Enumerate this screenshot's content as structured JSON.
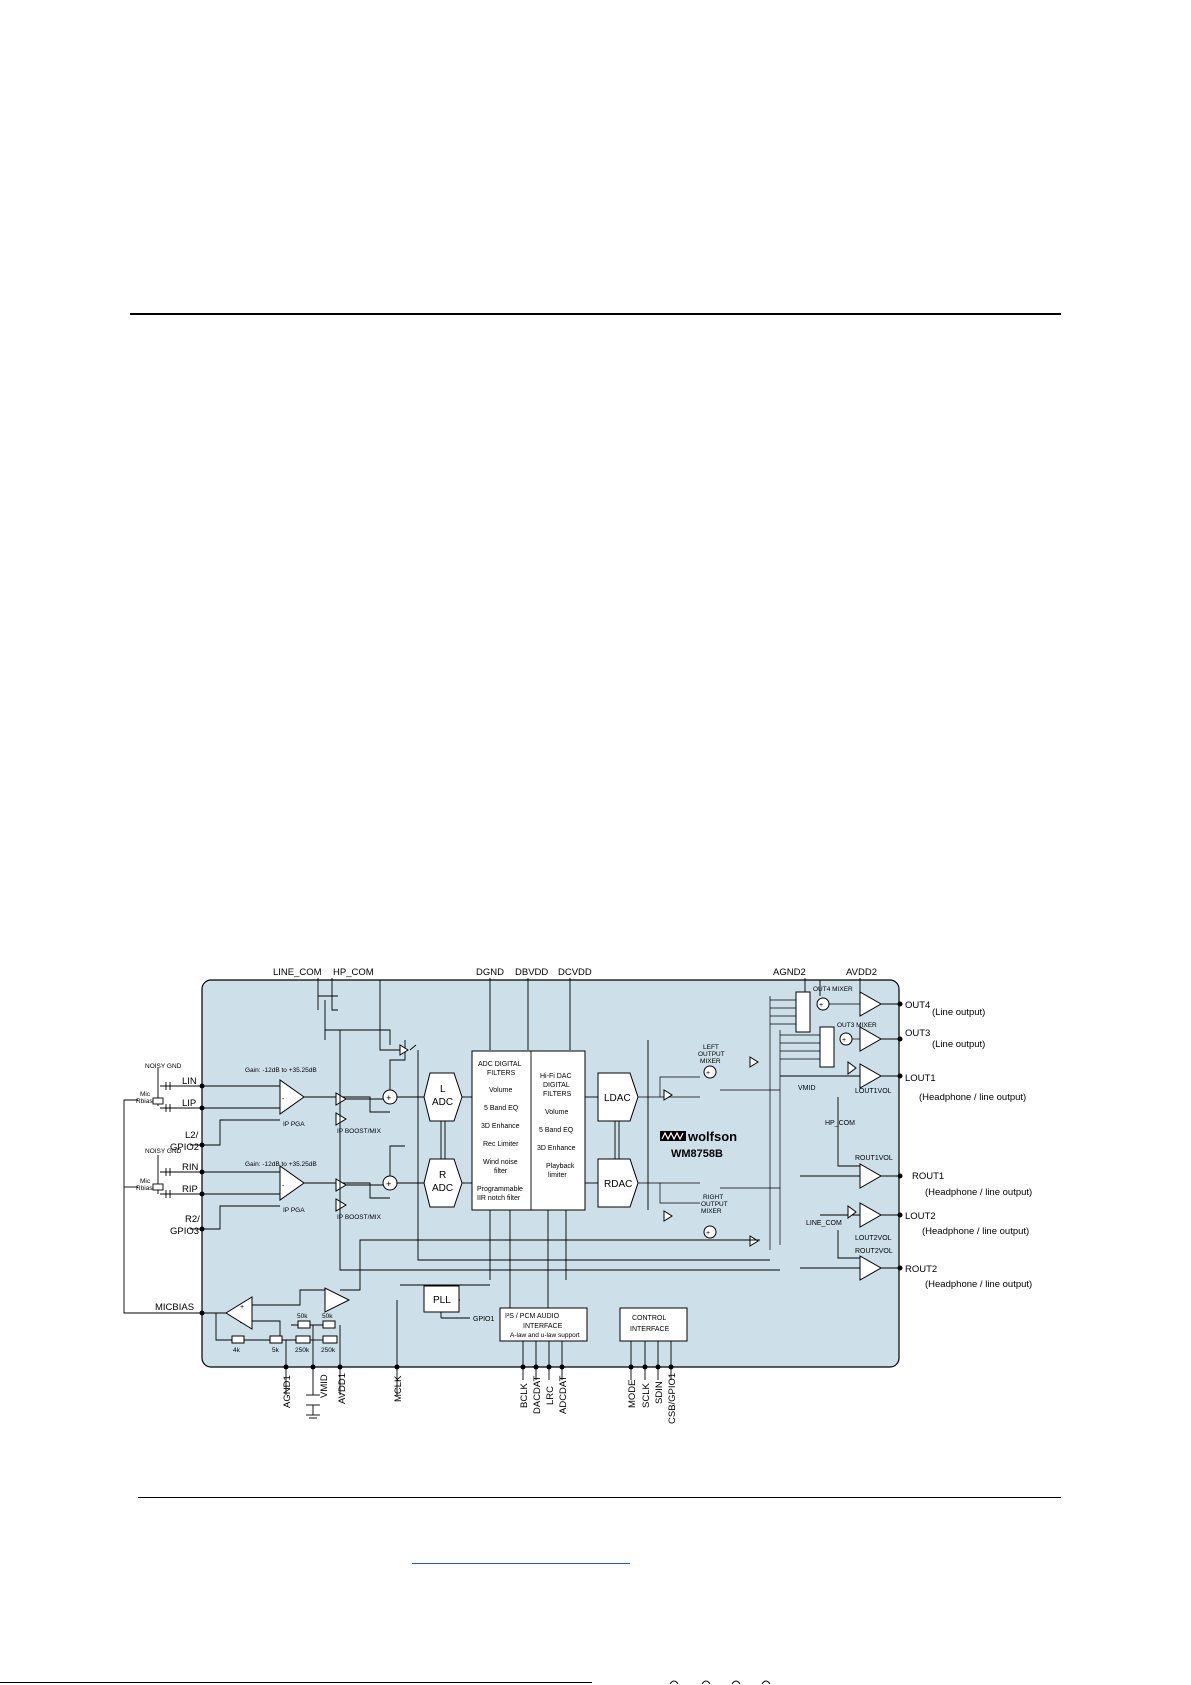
{
  "diagram": {
    "top_pins": [
      "LINE_COM",
      "HP_COM",
      "DGND",
      "DBVDD",
      "DCVDD",
      "AGND2",
      "AVDD2"
    ],
    "left_inputs": {
      "noisy_gnd": "NOISY GND",
      "mic_rbias": [
        "Mic",
        "Rbias"
      ],
      "lin": "LIN",
      "lip": "LIP",
      "l2": "L2/",
      "gpio2": "GPIO2",
      "rin": "RIN",
      "rip": "RIP",
      "r2": "R2/",
      "gpio3": "GPIO3",
      "micbias": "MICBIAS"
    },
    "input_stage": {
      "gain_note": "Gain: -12dB to +35.25dB",
      "ip_pga": "IP PGA",
      "ip_boost": "IP BOOST/MIX"
    },
    "adc": {
      "left": [
        "L",
        "ADC"
      ],
      "right": [
        "R",
        "ADC"
      ]
    },
    "adc_filters": [
      "ADC DIGITAL",
      "FILTERS",
      "Volume",
      "5 Band EQ",
      "3D Enhance",
      "Rec Limiter",
      "Wind noise",
      "filter",
      "Programmable",
      "IIR notch filter"
    ],
    "dac_filters": [
      "Hi-Fi DAC",
      "DIGITAL",
      "FILTERS",
      "Volume",
      "5 Band EQ",
      "3D Enhance",
      "Playback",
      "limiter"
    ],
    "dac": {
      "left": "LDAC",
      "right": "RDAC"
    },
    "logo": {
      "brand": "wolfson",
      "part": "WM8758B"
    },
    "mixers": {
      "left": [
        "LEFT",
        "OUTPUT",
        "MIXER"
      ],
      "right": [
        "RIGHT",
        "OUTPUT",
        "MIXER"
      ],
      "out4": "OUT4 MIXER",
      "out3": "OUT3 MIXER"
    },
    "internal": {
      "vmid": "VMID",
      "hp_com": "HP_COM",
      "line_com": "LINE_COM",
      "lout1vol": "LOUT1VOL",
      "rout1vol": "ROUT1VOL",
      "lout2vol": "LOUT2VOL",
      "rout2vol": "ROUT2VOL"
    },
    "outputs": [
      {
        "pin": "OUT4",
        "desc": "(Line output)"
      },
      {
        "pin": "OUT3",
        "desc": "(Line output)"
      },
      {
        "pin": "LOUT1",
        "desc": "(Headphone / line output)"
      },
      {
        "pin": "ROUT1",
        "desc": "(Headphone / line output)"
      },
      {
        "pin": "LOUT2",
        "desc": "(Headphone / line output)"
      },
      {
        "pin": "ROUT2",
        "desc": "(Headphone / line output)"
      }
    ],
    "pll": "PLL",
    "gpio1": "GPIO1",
    "audio_interface": [
      "I²S / PCM AUDIO",
      "INTERFACE",
      "A-law and u-law support"
    ],
    "control_interface": [
      "CONTROL",
      "INTERFACE"
    ],
    "resistors": [
      "4k",
      "5k",
      "50k",
      "50k",
      "250k",
      "250k"
    ],
    "bottom_pins": [
      "AGND1",
      "VMID",
      "AVDD1",
      "MCLK",
      "BCLK",
      "DACDAT",
      "LRC",
      "ADCDAT",
      "MODE",
      "SCLK",
      "SDIN",
      "CSB/GPIO1"
    ]
  },
  "colors": {
    "chip_fill": "#cde0ea",
    "link": "#2a4fd8"
  }
}
